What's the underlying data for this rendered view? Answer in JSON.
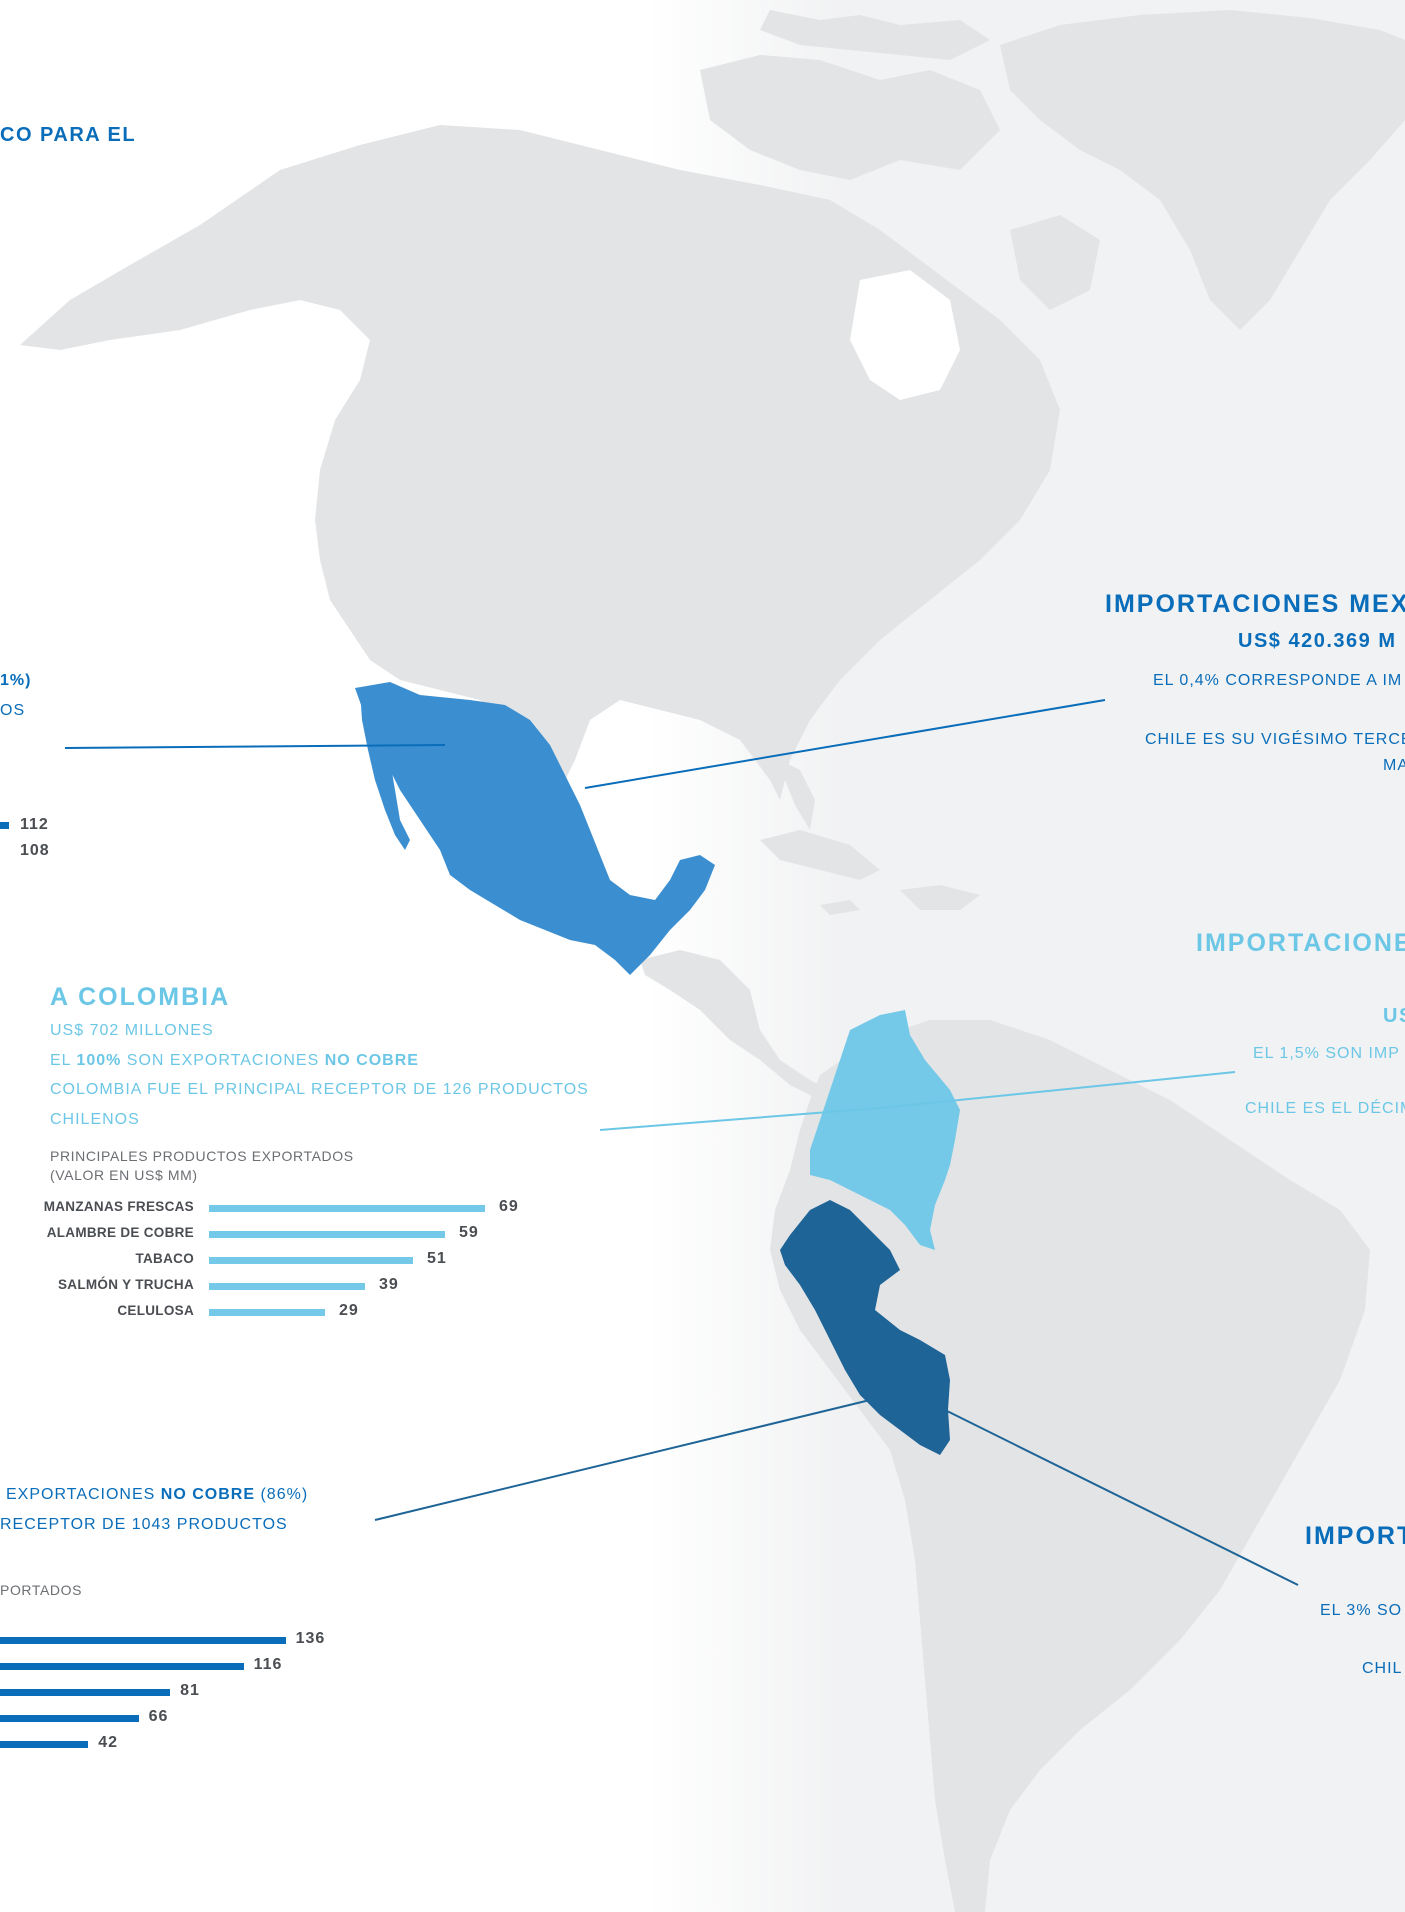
{
  "colors": {
    "land": "#e3e4e6",
    "mexico": "#3b8fd0",
    "colombia": "#73c9e7",
    "peru": "#1e6497",
    "accent_dark": "#0a6dba",
    "accent_light": "#6cc7e6",
    "text_gray": "#4a4d51"
  },
  "left_top": {
    "title_fragment": "CO PARA EL"
  },
  "left_mexico": {
    "line1": "1%)",
    "line2": "OS",
    "val1": "112",
    "val2": "108"
  },
  "colombia": {
    "title": "A COLOMBIA",
    "amount": "US$ 702 MILLONES",
    "share_prefix": "EL ",
    "share_pct": "100%",
    "share_mid": " SON EXPORTACIONES ",
    "share_bold": "NO COBRE",
    "receptor_line1": "COLOMBIA FUE EL PRINCIPAL RECEPTOR DE 126 PRODUCTOS",
    "receptor_line2": "CHILENOS",
    "chart_title_1": "PRINCIPALES PRODUCTOS EXPORTADOS",
    "chart_title_2": "(VALOR EN US$ MM)"
  },
  "peru_left": {
    "line1_pre": "EXPORTACIONES ",
    "line1_bold": "NO COBRE",
    "line1_post": " (86%)",
    "line2": "RECEPTOR DE 1043 PRODUCTOS",
    "chart_title": "PORTADOS"
  },
  "right_mexico": {
    "title": "IMPORTACIONES MEX",
    "amount": "US$ 420.369 M",
    "line1": "EL 0,4% CORRESPONDE A IM",
    "line2": "CHILE ES SU VIGÉSIMO TERCE",
    "line3": "MA"
  },
  "right_colombia": {
    "title": "IMPORTACIONE",
    "amount": "US",
    "line1": "EL 1,5% SON IMP",
    "line2": "CHILE ES EL DÉCIM"
  },
  "right_peru": {
    "title": "IMPORT",
    "line1": "EL 3% SO",
    "line2": "CHIL"
  },
  "chart_data": [
    {
      "type": "bar",
      "orientation": "horizontal",
      "title": "PRINCIPALES PRODUCTOS EXPORTADOS (VALOR EN US$ MM)",
      "categories": [
        "MANZANAS FRESCAS",
        "ALAMBRE DE COBRE",
        "TABACO",
        "SALMÓN Y TRUCHA",
        "CELULOSA"
      ],
      "values": [
        69,
        59,
        51,
        39,
        29
      ],
      "color": "#73c9e7"
    },
    {
      "type": "bar",
      "orientation": "horizontal",
      "categories": [],
      "values": [
        136,
        116,
        81,
        66,
        42
      ],
      "color": "#0a6dba"
    },
    {
      "type": "bar",
      "orientation": "horizontal",
      "categories": [],
      "values": [
        112,
        108
      ],
      "color": "#0a6dba"
    }
  ]
}
